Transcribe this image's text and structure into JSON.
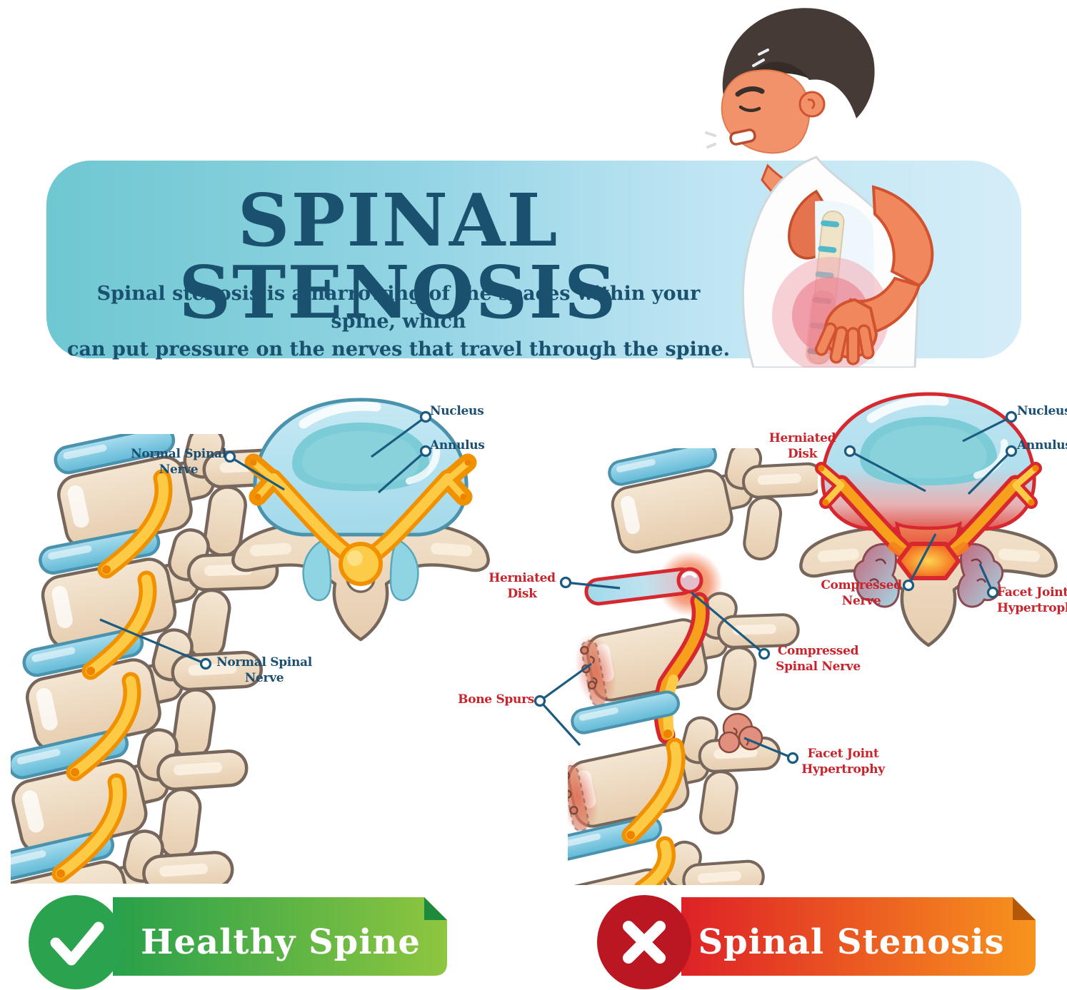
{
  "header": {
    "title": "SPINAL STENOSIS",
    "subtitle_line1": "Spinal stenosis is a narrowing of the spaces within your spine, which",
    "subtitle_line2": "can put pressure on the nerves that travel through the spine."
  },
  "healthy": {
    "axial_labels": {
      "nucleus": "Nucleus",
      "annulus": "Annulus"
    },
    "side_labels": {
      "nerve_top": "Normal Spinal Nerve",
      "nerve_bottom": "Normal Spinal Nerve"
    }
  },
  "stenosis": {
    "axial_labels": {
      "herniated_disk": "Herniated Disk",
      "nucleus": "Nucleus",
      "annulus": "Annulus",
      "compressed_nerve": "Compressed Nerve",
      "facet_joint_hypertrophy": "Facet Joint Hypertrophy"
    },
    "side_labels": {
      "herniated_disk": "Herniated Disk",
      "compressed_spinal_nerve": "Compressed Spinal Nerve",
      "bone_spurs": "Bone Spurs",
      "facet_joint_hypertrophy": "Facet Joint Hypertrophy"
    }
  },
  "banners": {
    "healthy": {
      "label": "Healthy Spine",
      "icon": "check-icon",
      "color_start": "#28a04b",
      "color_end": "#8ec63f"
    },
    "stenosis": {
      "label": "Spinal Stenosis",
      "icon": "cross-icon",
      "color_start": "#de2127",
      "color_end": "#f7941d"
    }
  },
  "colors": {
    "header_band_start": "#6ec7d1",
    "header_band_end": "#d4edf8",
    "title_text": "#1a516f",
    "healthy_label_text": "#1b4f72",
    "stenosis_label_text": "#c9232b",
    "leader_line": "#1c5b80",
    "bone": "#ecd5b9",
    "disc_blue": "#7cc6de",
    "nerve_yellow": "#fcca45",
    "alert_red": "#d7282f"
  }
}
